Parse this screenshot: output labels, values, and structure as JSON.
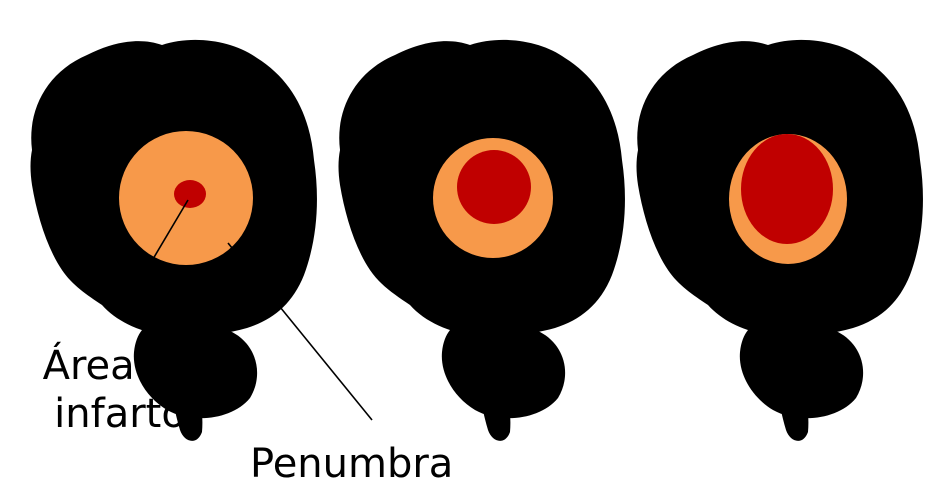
{
  "labels": {
    "infarct_area": "Área de infarto",
    "penumbra": "Penumbra"
  },
  "colors": {
    "penumbra": "#f7994a",
    "infarct": "#c00000",
    "brain_outline": "#333333",
    "pointer_lines": "#000000"
  },
  "stages": [
    {
      "infarct_size": "small"
    },
    {
      "infarct_size": "medium"
    },
    {
      "infarct_size": "large"
    }
  ]
}
